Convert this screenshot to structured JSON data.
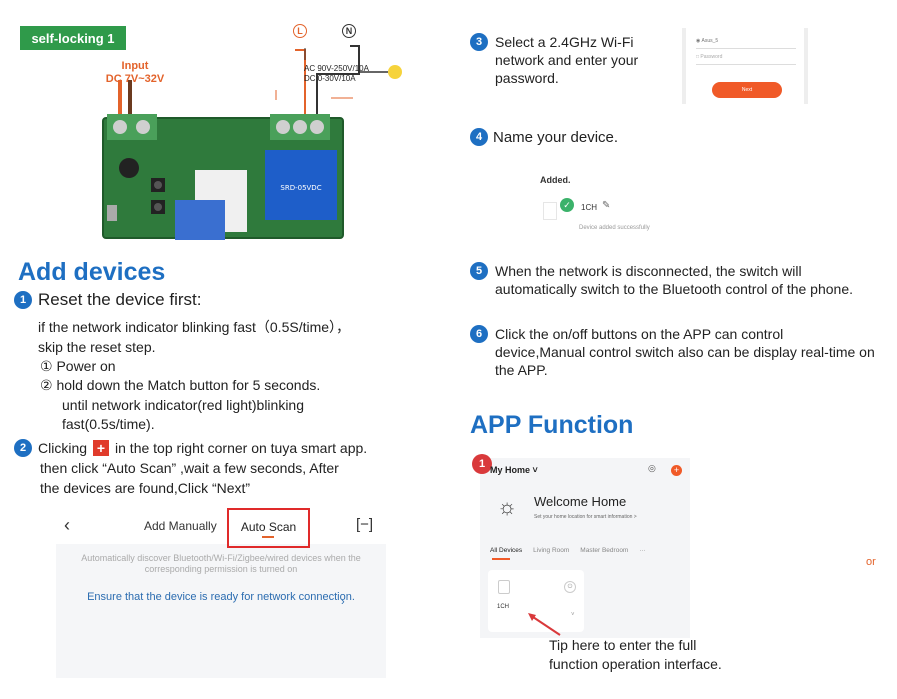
{
  "left": {
    "tag": "self-locking 1",
    "input_label": "Input\nDC 7V~32V",
    "terminal_l": "L",
    "terminal_n": "N",
    "ac_label": "AC 90V-250V/10A\nDC 0-30V/10A",
    "heading": "Add devices",
    "step1": {
      "num": "1",
      "title": "Reset the device first:",
      "lines": [
        "if the network indicator blinking fast（0.5S/time），",
        "skip the reset step.",
        "① Power on",
        "② hold down the Match button for 5 seconds.",
        "until  network indicator(red light)blinking",
        "fast(0.5s/time)."
      ]
    },
    "step2": {
      "num": "2",
      "prefix": "Clicking",
      "plus": "+",
      "suffix": "in the top right corner on tuya smart app.",
      "lines": [
        "then click  “Auto Scan” ,wait a few seconds, After",
        "the devices are found,Click  “Next”"
      ]
    },
    "scan": {
      "back": "‹",
      "tab_manual": "Add Manually",
      "tab_auto": "Auto Scan",
      "scan_icon": "[−]",
      "desc": "Automatically discover Bluetooth/Wi-Fi/Zigbee/wired devices when the corresponding permission is turned on",
      "link": "Ensure that the device is ready for network connection.",
      "chevron": "›"
    }
  },
  "right": {
    "step3": {
      "num": "3",
      "text": "Select a 2.4GHz Wi-Fi network and enter your password."
    },
    "wifi": {
      "ssid": "Asus_5",
      "password": "Password",
      "button": "Next"
    },
    "step4": {
      "num": "4",
      "text": "Name your device."
    },
    "added": {
      "title": "Added.",
      "name": "1CH",
      "pen": "✎",
      "sub": "Device added successfully"
    },
    "step5": {
      "num": "5",
      "text": "When the network is disconnected, the switch will automatically switch to the Bluetooth control of the phone."
    },
    "step6": {
      "num": "6",
      "text": "Click the on/off buttons on the APP can control device,Manual control switch also can be display real-time on the APP."
    },
    "heading": "APP Function",
    "home": {
      "badge": "1",
      "home_name": "My Home ˅",
      "mic": "◎",
      "plus": "+",
      "welcome": "Welcome Home",
      "welcome_sub": "Set your home location for smart information >",
      "tabs": [
        "All Devices",
        "Living Room",
        "Master Bedroom",
        "···"
      ],
      "device_name": "1CH",
      "power": "⏻",
      "chevron": "˅"
    },
    "tip": "Tip here to enter the full\nfunction operation interface.",
    "or_fragment": "or"
  },
  "colors": {
    "accent_blue": "#1e6fc2",
    "tag_green": "#2f9a4a",
    "orange": "#f05a28",
    "red": "#e02a2a"
  }
}
